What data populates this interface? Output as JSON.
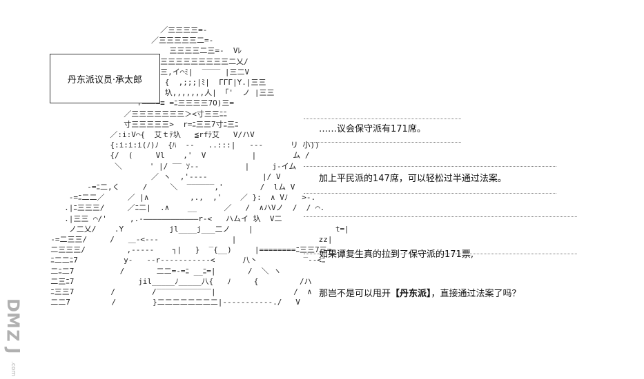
{
  "character_label": "丹东派议员·承太郎",
  "ascii_art": "                          ／三三三三=-\n                        ／三三三三三二=-\n                            三三三三二三=-  Vﾚ\n                          三三三三三三三三三二乂/\n                          三,イ⌒ﾐ|  ‾‾‾‾ |三二V\n                           {  ,;;;|ﾐ|  ΓΓΓ|Y.|三三\n                           圦,,,,,,,人| 「'  ノ |三三\n                     r―――=≡ =ﾆ三三三三7O)三=\n                  ／三三三三三三三＞<寸三三ﾆﾆ\n                  寸三三三三三>  r=ﾆ三三7寸ﾆ三ﾆ\n               ／:i:V⌒{  艾ｔﾃ圦   ≦rfﾃ艾   V/ハV\n               {:i:i:i(ﾉ)ﾉ  {ﾊ  ‐‐   ..:::|   ‐‐‐      リ 小))\n               {/  (     Vl    ,'  V          |        ム /\n                ＼      ' |/ ‾‾ ｿ‐‐          |     j‐イム\n                        ／ ヽ  ,'‐‐‐‐            |/ V\n          -=ﾆ二,く     /     ＼  ‾‾‾‾‾‾,'        /  lム V\n      -=ﾆ二二／     ／ |∧         ,.,  ,'    ／ }:  ∧ Vﾉ   >‐.\n     .|ﾆ三三三/     ／ﾆ二|  .∧    __      ／   /  ∧ハVノ  /  / ⌒.\n     .|三三 ⌒/'     ,.‐――――――――――――r‐<   ハムイ 圦  V二\n      ノ二乂/    .Y          jl____j___二ノ    |                  t=|\n  -=二三三/     /   ＿-<‐‐‐                |                  zz|\n  二三三三/         ,‐‐‐‐‐    ┐|   }  ‾{__)     |========ﾆ三三7三=-\n  ﾆ二二ﾆ7          y‐   ‐‐r‐‐‐‐‐‐‐‐‐‐‐<      八丶          ‾‐‐<ﾆ\n  二ﾆ二7          /       二二=-=ﾆ __ﾆ=|       /  ＼ ヽ\n  二三ﾆ7              jil_____ﾉ_____八{   ﾉ     {         /ハ\n  ﾆ三三7        /        /‾‾‾‾‾‾‾‾‾‾‾‾|                 /  ∧\n  二二7         /        }二二二二二二二二|‐‐‐‐‐‐‐‐‐‐‐./   V",
  "bubbles": [
    {
      "text": "……议会保守派有171席。"
    },
    {
      "text": "加上平民派的147席，可以轻松过半通过法案。"
    },
    {
      "line1": "如果谭复生真的拉到了保守派的171票,",
      "line2_before": "那岂不是可以甩开",
      "line2_bracket": "【丹东派】",
      "line2_after": "，直接通过法案了吗？"
    }
  ],
  "watermark": {
    "letters": [
      "D",
      "M",
      "Z",
      "J"
    ],
    "domain": ".com"
  },
  "colors": {
    "text": "#111111",
    "dots": "#777777",
    "watermark": "#b0b0b0",
    "background": "#ffffff"
  }
}
